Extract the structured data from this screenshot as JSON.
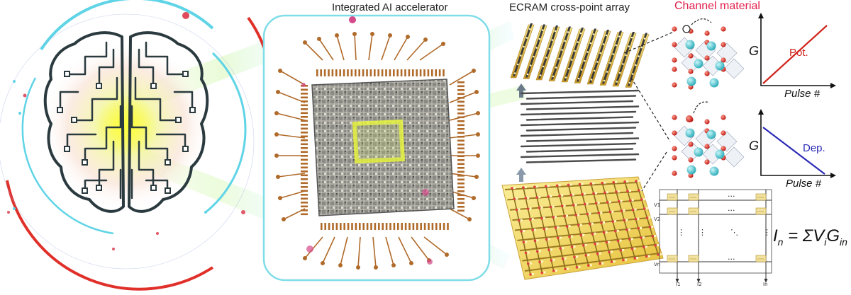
{
  "labels": {
    "accelerator": "Integrated AI accelerator",
    "array": "ECRAM cross-point array",
    "channel": "Channel material"
  },
  "plots": {
    "potentiation": {
      "ylabel": "G",
      "series": "Pot.",
      "xlabel": "Pulse #",
      "color": "#d0241c",
      "trend": "increasing"
    },
    "depression": {
      "ylabel": "G",
      "series": "Dep.",
      "xlabel": "Pulse #",
      "color": "#2a2ab8",
      "trend": "decreasing"
    }
  },
  "crossbar": {
    "row_labels": [
      "V1",
      "V2",
      "Vn"
    ],
    "col_labels": [
      "I1",
      "I2",
      "In"
    ],
    "ellipsis_h": "···",
    "ellipsis_v": "⋮",
    "ellipsis_d": "⋱"
  },
  "equation": {
    "I": "I",
    "sub_n": "n",
    "eq": " = ΣV",
    "sub_i": "i",
    "G": "G",
    "sub_in": "in"
  },
  "colors": {
    "brain_outline": "#2a3a3e",
    "glow": "#e8f53a",
    "arc_cyan": "#5fd4e6",
    "arc_red": "#e0302a",
    "chip_border": "#7fdde8",
    "pin": "#b06a2a",
    "gold": "#e6c24a",
    "atom_cyan": "#53cdd6",
    "atom_red": "#dc2820"
  }
}
